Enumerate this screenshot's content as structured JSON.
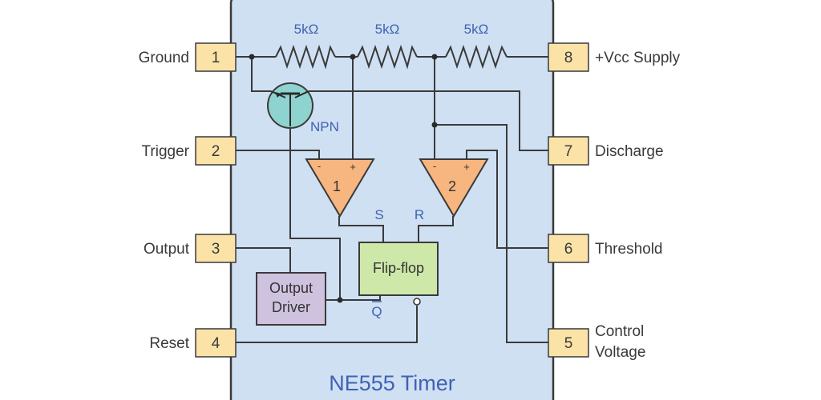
{
  "title": "NE555 Timer",
  "pins": [
    {
      "number": "1",
      "label": "Ground"
    },
    {
      "number": "2",
      "label": "Trigger"
    },
    {
      "number": "3",
      "label": "Output"
    },
    {
      "number": "4",
      "label": "Reset"
    },
    {
      "number": "8",
      "label": "+Vcc Supply"
    },
    {
      "number": "7",
      "label": "Discharge"
    },
    {
      "number": "6",
      "label": "Threshold"
    },
    {
      "number": "5",
      "label_line1": "Control",
      "label_line2": "Voltage"
    }
  ],
  "resistors": [
    "5kΩ",
    "5kΩ",
    "5kΩ"
  ],
  "transistor_label": "NPN",
  "comparators": [
    {
      "number": "1",
      "minus": "-",
      "plus": "+"
    },
    {
      "number": "2",
      "minus": "-",
      "plus": "+"
    }
  ],
  "flipflop": {
    "label": "Flip-flop",
    "s": "S",
    "r": "R",
    "qbar": "Q"
  },
  "output_driver": {
    "line1": "Output",
    "line2": "Driver"
  },
  "colors": {
    "chip_body": "#cfe0f2",
    "pin_box": "#fbe3a8",
    "comparator": "#f7b57f",
    "flipflop": "#cde8a9",
    "output_driver": "#cfc2df",
    "transistor": "#8ed3cf",
    "label_blue": "#3f62b3"
  }
}
